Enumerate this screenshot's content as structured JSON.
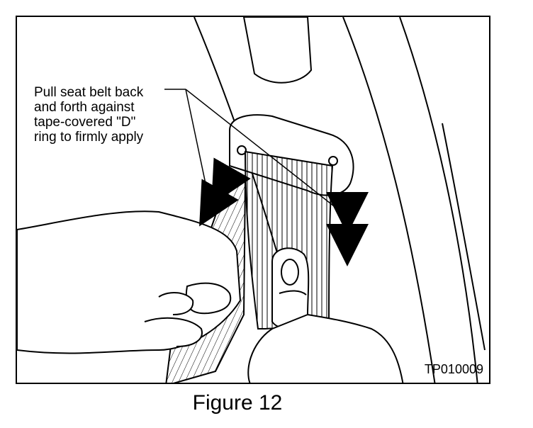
{
  "callout": {
    "line1": "Pull seat belt back",
    "line2": "and forth against",
    "line3": "tape-covered \"D\"",
    "line4": "ring to firmly apply"
  },
  "figure_code": "TP010009",
  "caption": "Figure 12"
}
